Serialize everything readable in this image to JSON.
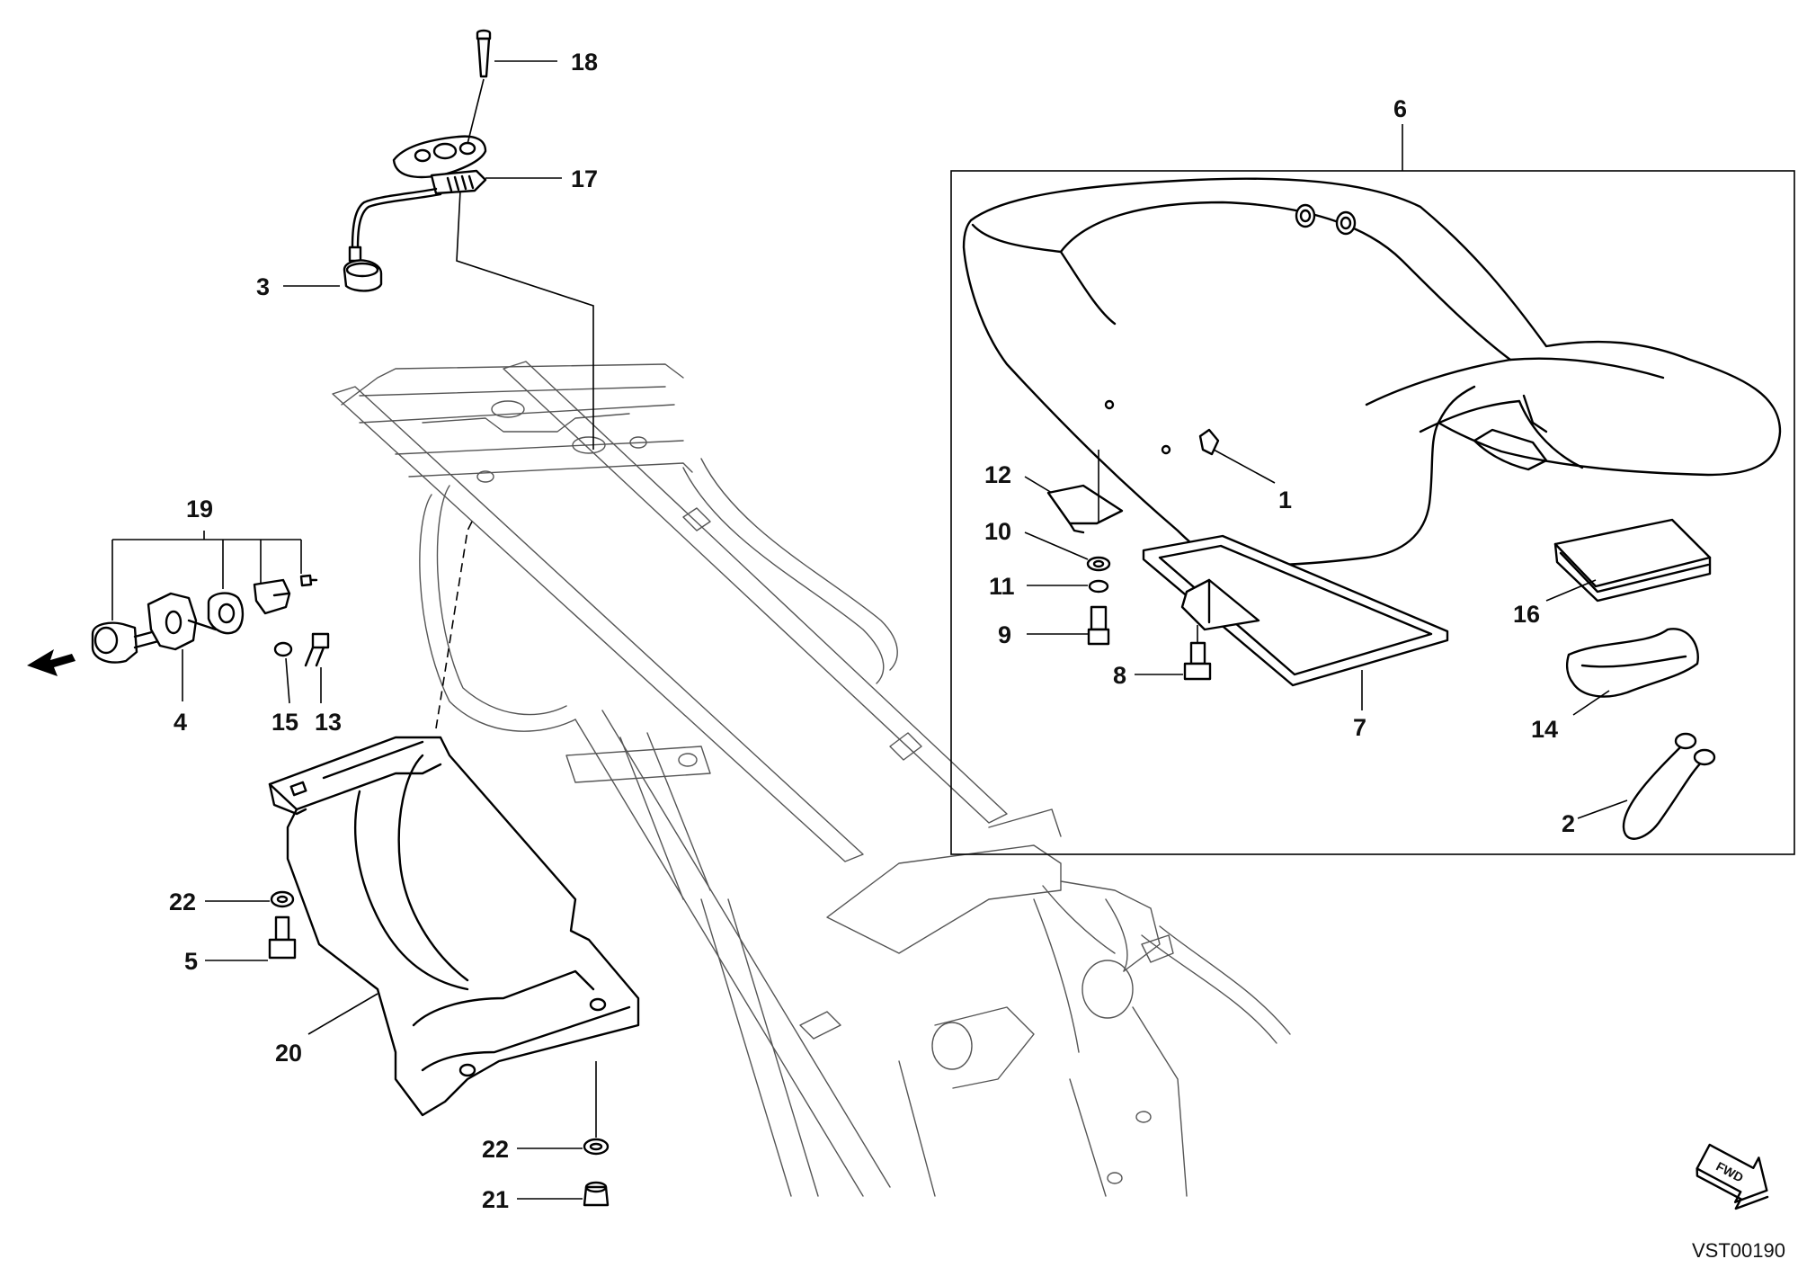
{
  "diagram": {
    "code": "VST00190",
    "fwd_label": "FWD",
    "callouts": {
      "p1": "1",
      "p2": "2",
      "p3": "3",
      "p4": "4",
      "p5": "5",
      "p6": "6",
      "p7": "7",
      "p8": "8",
      "p9": "9",
      "p10": "10",
      "p11": "11",
      "p12": "12",
      "p13": "13",
      "p14": "14",
      "p15": "15",
      "p16": "16",
      "p17": "17",
      "p18": "18",
      "p19": "19",
      "p20": "20",
      "p21": "21",
      "p22a": "22",
      "p22b": "22"
    }
  }
}
